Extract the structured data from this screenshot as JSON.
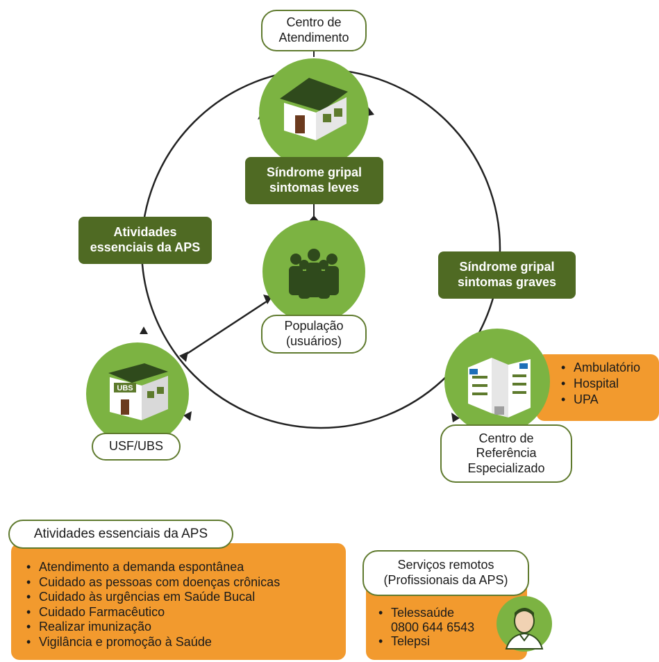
{
  "colors": {
    "green_circle": "#7cb342",
    "dark_green": "#4f6a23",
    "orange": "#f29a2e",
    "line": "#222222"
  },
  "nodes": {
    "centro_atendimento": {
      "label": "Centro de\nAtendimento",
      "icon": "house-icon"
    },
    "populacao": {
      "label": "População\n(usuários)",
      "icon": "people-group-icon"
    },
    "usf_ubs": {
      "label": "USF/UBS",
      "icon": "ubs-building-icon",
      "sign": "UBS"
    },
    "centro_referencia": {
      "label": "Centro de\nReferência\nEspecializado",
      "icon": "hospital-icon"
    }
  },
  "edge_labels": {
    "sintomas_leves": "Síndrome gripal\nsintomas leves",
    "atividades_aps": "Atividades\nessenciais da APS",
    "sintomas_graves": "Síndrome gripal\nsintomas graves"
  },
  "referencia_services": [
    "Ambulatório",
    "Hospital",
    "UPA"
  ],
  "atividades_panel": {
    "title": "Atividades essenciais da APS",
    "items": [
      "Atendimento a demanda espontânea",
      "Cuidado as pessoas com doenças crônicas",
      "Cuidado às urgências em Saúde Bucal",
      "Cuidado Farmacêutico",
      "Realizar imunização",
      "Vigilância e promoção à Saúde"
    ]
  },
  "remotos_panel": {
    "title": "Serviços remotos\n(Profissionais da APS)",
    "items": [
      "Telessaúde\n0800 644 6543",
      "Telepsi"
    ],
    "icon": "health-professional-icon"
  }
}
